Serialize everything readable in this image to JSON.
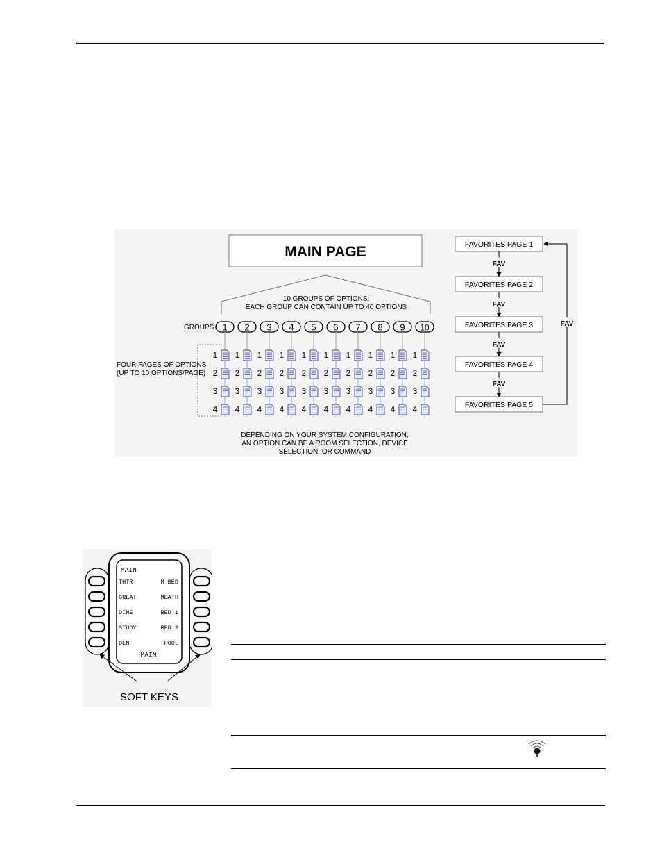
{
  "diagram": {
    "main_page_title": "MAIN PAGE",
    "groups_caption_line1": "10 GROUPS OF OPTIONS:",
    "groups_caption_line2": "EACH GROUP CAN CONTAIN UP TO 40 OPTIONS",
    "groups_label": "GROUPS",
    "groups": [
      "1",
      "2",
      "3",
      "4",
      "5",
      "6",
      "7",
      "8",
      "9",
      "10"
    ],
    "page_numbers": [
      "1",
      "2",
      "3",
      "4"
    ],
    "pages_label_line1": "FOUR PAGES OF OPTIONS",
    "pages_label_line2": "(UP TO 10 OPTIONS/PAGE)",
    "footer_line1": "DEPENDING ON YOUR SYSTEM CONFIGURATION,",
    "footer_line2": "AN OPTION CAN BE A ROOM SELECTION, DEVICE",
    "footer_line3": "SELECTION, OR COMMAND",
    "favorites_pages": [
      "FAVORITES PAGE 1",
      "FAVORITES PAGE 2",
      "FAVORITES PAGE 3",
      "FAVORITES PAGE 4",
      "FAVORITES PAGE 5"
    ],
    "fav_label": "FAV"
  },
  "remote": {
    "screen_title": "MAIN",
    "left_items": [
      "THTR",
      "GREAT",
      "DINE",
      "STUDY",
      "DEN"
    ],
    "right_items": [
      "M BED",
      "MBATH",
      "BED 1",
      "BED 2",
      "POOL"
    ],
    "screen_footer": "MAIN",
    "soft_keys_label": "SOFT KEYS"
  },
  "icons": {
    "option_page": "document-icon",
    "remote_signal": "infrared-signal-icon"
  }
}
